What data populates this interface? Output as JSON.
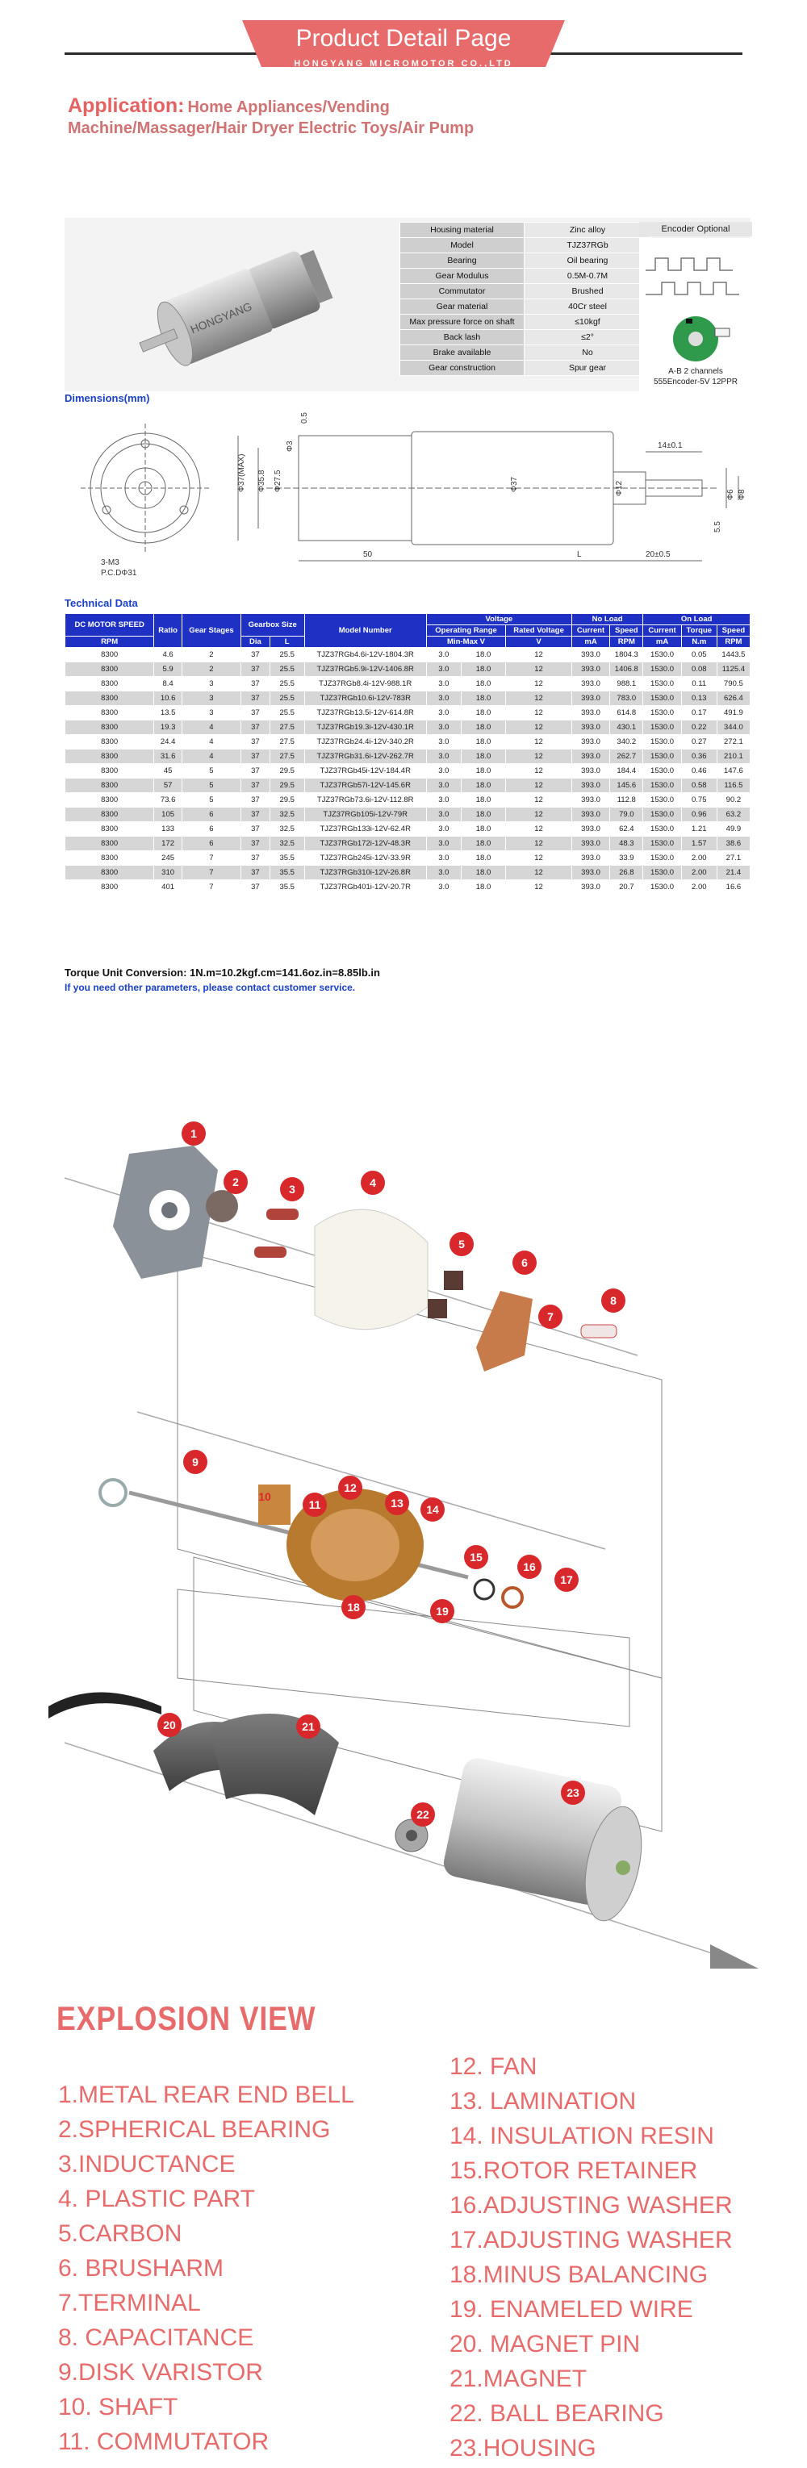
{
  "header": {
    "title": "Product Detail Page",
    "subtitle": "HONGYANG MICROMOTOR CO.,LTD"
  },
  "application": {
    "label": "Application:",
    "text": "Home Appliances/Vending Machine/Massager/Hair Dryer Electric Toys/Air Pump"
  },
  "product_photo": {
    "brand_text": "HONGYANG"
  },
  "spec_table": [
    [
      "Housing material",
      "Zinc alloy"
    ],
    [
      "Model",
      "TJZ37RGb"
    ],
    [
      "Bearing",
      "Oil bearing"
    ],
    [
      "Gear Modulus",
      "0.5M-0.7M"
    ],
    [
      "Commutator",
      "Brushed"
    ],
    [
      "Gear material",
      "40Cr steel"
    ],
    [
      "Max pressure force on shaft",
      "≤10kgf"
    ],
    [
      "Back lash",
      "≤2°"
    ],
    [
      "Brake available",
      "No"
    ],
    [
      "Gear construction",
      "Spur gear"
    ]
  ],
  "encoder": {
    "title": "Encoder Optional",
    "caption1": "A-B 2 channels",
    "caption2": "555Encoder-5V 12PPR"
  },
  "dimensions": {
    "label": "Dimensions(mm)",
    "annotations": [
      "Φ37(MAX)",
      "Φ35.8",
      "Φ27.5",
      "Φ3",
      "Φ37",
      "14±0.1",
      "50",
      "L",
      "20±0.5",
      "Φ12",
      "Φ8",
      "Φ6",
      "5.5",
      "3-M3",
      "P.C.DΦ31",
      "0.5"
    ]
  },
  "tech": {
    "label": "Technical Data",
    "headers": {
      "dc_speed": "DC MOTOR SPEED",
      "ratio": "Ratio",
      "stages": "Gear Stages",
      "gearbox": "Gearbox Size",
      "dia": "Dia",
      "l": "L",
      "model": "Model Number",
      "voltage": "Voltage",
      "op_range": "Operating Range",
      "rated": "Rated Voltage",
      "noload": "No Load",
      "onload": "On Load",
      "current": "Current",
      "speed": "Speed",
      "torque": "Torque",
      "rpm": "RPM",
      "minmax": "Min-Max V",
      "v": "V",
      "ma": "mA",
      "nm": "N.m"
    },
    "rows": [
      [
        "8300",
        "4.6",
        "2",
        "37",
        "25.5",
        "TJZ37RGb4.6i-12V-1804.3R",
        "3.0",
        "18.0",
        "12",
        "393.0",
        "1804.3",
        "1530.0",
        "0.05",
        "1443.5"
      ],
      [
        "8300",
        "5.9",
        "2",
        "37",
        "25.5",
        "TJZ37RGb5.9i-12V-1406.8R",
        "3.0",
        "18.0",
        "12",
        "393.0",
        "1406.8",
        "1530.0",
        "0.08",
        "1125.4"
      ],
      [
        "8300",
        "8.4",
        "3",
        "37",
        "25.5",
        "TJZ37RGb8.4i-12V-988.1R",
        "3.0",
        "18.0",
        "12",
        "393.0",
        "988.1",
        "1530.0",
        "0.11",
        "790.5"
      ],
      [
        "8300",
        "10.6",
        "3",
        "37",
        "25.5",
        "TJZ37RGb10.6i-12V-783R",
        "3.0",
        "18.0",
        "12",
        "393.0",
        "783.0",
        "1530.0",
        "0.13",
        "626.4"
      ],
      [
        "8300",
        "13.5",
        "3",
        "37",
        "25.5",
        "TJZ37RGb13.5i-12V-614.8R",
        "3.0",
        "18.0",
        "12",
        "393.0",
        "614.8",
        "1530.0",
        "0.17",
        "491.9"
      ],
      [
        "8300",
        "19.3",
        "4",
        "37",
        "27.5",
        "TJZ37RGb19.3i-12V-430.1R",
        "3.0",
        "18.0",
        "12",
        "393.0",
        "430.1",
        "1530.0",
        "0.22",
        "344.0"
      ],
      [
        "8300",
        "24.4",
        "4",
        "37",
        "27.5",
        "TJZ37RGb24.4i-12V-340.2R",
        "3.0",
        "18.0",
        "12",
        "393.0",
        "340.2",
        "1530.0",
        "0.27",
        "272.1"
      ],
      [
        "8300",
        "31.6",
        "4",
        "37",
        "27.5",
        "TJZ37RGb31.6i-12V-262.7R",
        "3.0",
        "18.0",
        "12",
        "393.0",
        "262.7",
        "1530.0",
        "0.36",
        "210.1"
      ],
      [
        "8300",
        "45",
        "5",
        "37",
        "29.5",
        "TJZ37RGb45i-12V-184.4R",
        "3.0",
        "18.0",
        "12",
        "393.0",
        "184.4",
        "1530.0",
        "0.46",
        "147.6"
      ],
      [
        "8300",
        "57",
        "5",
        "37",
        "29.5",
        "TJZ37RGb57i-12V-145.6R",
        "3.0",
        "18.0",
        "12",
        "393.0",
        "145.6",
        "1530.0",
        "0.58",
        "116.5"
      ],
      [
        "8300",
        "73.6",
        "5",
        "37",
        "29.5",
        "TJZ37RGb73.6i-12V-112.8R",
        "3.0",
        "18.0",
        "12",
        "393.0",
        "112.8",
        "1530.0",
        "0.75",
        "90.2"
      ],
      [
        "8300",
        "105",
        "6",
        "37",
        "32.5",
        "TJZ37RGb105i-12V-79R",
        "3.0",
        "18.0",
        "12",
        "393.0",
        "79.0",
        "1530.0",
        "0.96",
        "63.2"
      ],
      [
        "8300",
        "133",
        "6",
        "37",
        "32.5",
        "TJZ37RGb133i-12V-62.4R",
        "3.0",
        "18.0",
        "12",
        "393.0",
        "62.4",
        "1530.0",
        "1.21",
        "49.9"
      ],
      [
        "8300",
        "172",
        "6",
        "37",
        "32.5",
        "TJZ37RGb172i-12V-48.3R",
        "3.0",
        "18.0",
        "12",
        "393.0",
        "48.3",
        "1530.0",
        "1.57",
        "38.6"
      ],
      [
        "8300",
        "245",
        "7",
        "37",
        "35.5",
        "TJZ37RGb245i-12V-33.9R",
        "3.0",
        "18.0",
        "12",
        "393.0",
        "33.9",
        "1530.0",
        "2.00",
        "27.1"
      ],
      [
        "8300",
        "310",
        "7",
        "37",
        "35.5",
        "TJZ37RGb310i-12V-26.8R",
        "3.0",
        "18.0",
        "12",
        "393.0",
        "26.8",
        "1530.0",
        "2.00",
        "21.4"
      ],
      [
        "8300",
        "401",
        "7",
        "37",
        "35.5",
        "TJZ37RGb401i-12V-20.7R",
        "3.0",
        "18.0",
        "12",
        "393.0",
        "20.7",
        "1530.0",
        "2.00",
        "16.6"
      ]
    ]
  },
  "torque_note": "Torque Unit Conversion: 1N.m=10.2kgf.cm=141.6oz.in=8.85lb.in",
  "contact_note": "If you need other parameters, please contact customer service.",
  "explosion": {
    "title": "EXPLOSION VIEW",
    "callouts": [
      "1",
      "2",
      "3",
      "4",
      "5",
      "6",
      "7",
      "8",
      "9",
      "10",
      "11",
      "12",
      "13",
      "14",
      "15",
      "16",
      "17",
      "18",
      "19",
      "20",
      "21",
      "22",
      "23"
    ],
    "parts_left": [
      "1.METAL REAR END BELL",
      "2.SPHERICAL BEARING",
      "3.INDUCTANCE",
      "4. PLASTIC PART",
      "5.CARBON",
      "6. BRUSHARM",
      "7.TERMINAL",
      "8. CAPACITANCE",
      "9.DISK VARISTOR",
      "10. SHAFT",
      "11. COMMUTATOR"
    ],
    "parts_right": [
      "12. FAN",
      "13. LAMINATION",
      "14. INSULATION RESIN",
      "15.ROTOR RETAINER",
      "16.ADJUSTING WASHER",
      "17.ADJUSTING WASHER",
      "18.MINUS BALANCING",
      "19. ENAMELED WIRE",
      "20. MAGNET PIN",
      "21.MAGNET",
      "22. BALL BEARING",
      "23.HOUSING"
    ]
  }
}
